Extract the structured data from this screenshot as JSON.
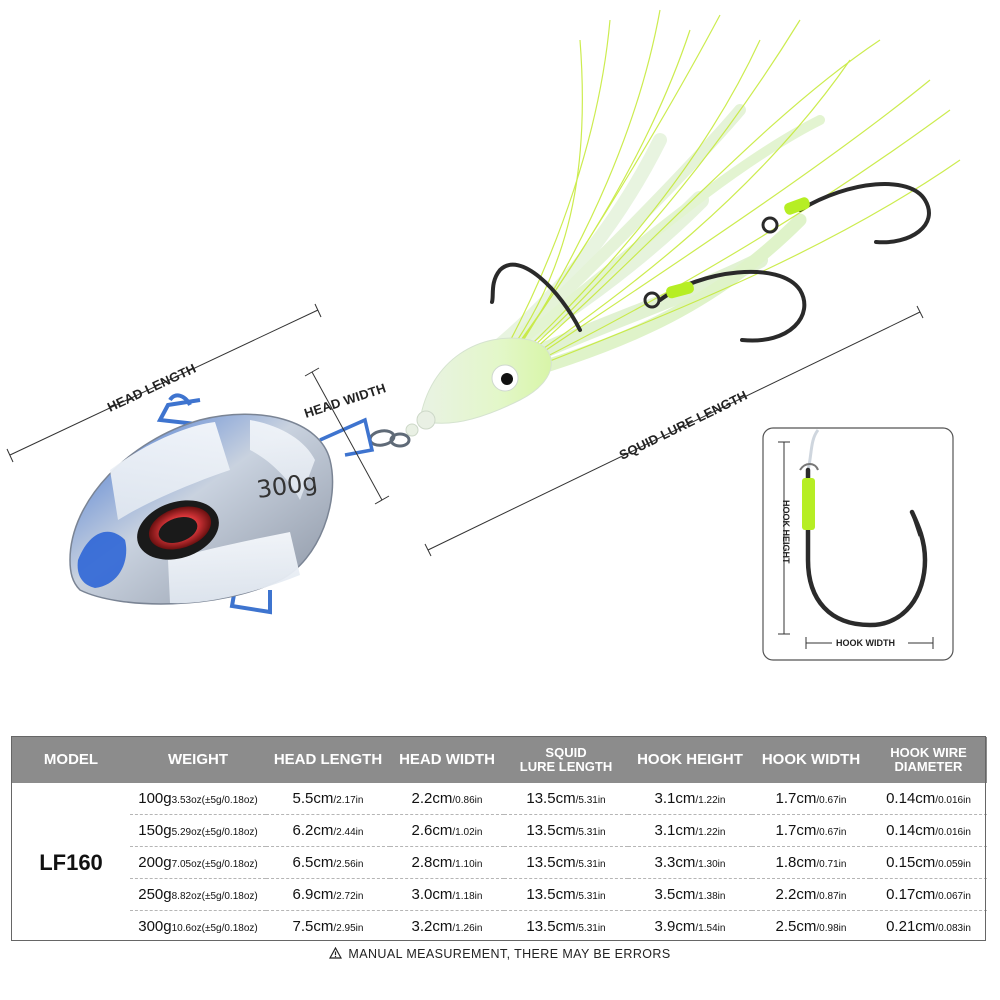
{
  "diagram": {
    "head_length_label": "HEAD LENGTH",
    "head_width_label": "HEAD WIDTH",
    "squid_lure_length_label": "SQUID LURE  LENGTH",
    "weight_stamp": "300g",
    "hook_height_label": "HOOK HEIGHT",
    "hook_width_label": "HOOK WIDTH"
  },
  "colors": {
    "header_bg": "#8c8c8c",
    "squid_green": "#c8ef3a",
    "jig_blue": "#2f5fc4",
    "hook_dark": "#2a2a2a"
  },
  "table": {
    "model": "LF160",
    "headers": {
      "model": "MODEL",
      "weight": "WEIGHT",
      "head_length": "HEAD LENGTH",
      "head_width": "HEAD WIDTH",
      "squid_lure_length": "SQUID LURE LENGTH",
      "hook_height": "HOOK HEIGHT",
      "hook_width": "HOOK WIDTH",
      "hook_wire_diameter": "HOOK WIRE DIAMETER"
    },
    "rows": [
      {
        "weight": "100g",
        "weight_sub": "3.53oz(±5g/0.18oz)",
        "head_length": "5.5cm",
        "head_length_sub": "/2.17in",
        "head_width": "2.2cm",
        "head_width_sub": "/0.86in",
        "squid": "13.5cm",
        "squid_sub": "/5.31in",
        "hook_height": "3.1cm",
        "hook_height_sub": "/1.22in",
        "hook_width": "1.7cm",
        "hook_width_sub": "/0.67in",
        "wire": "0.14cm",
        "wire_sub": "/0.016in"
      },
      {
        "weight": "150g",
        "weight_sub": "5.29oz(±5g/0.18oz)",
        "head_length": "6.2cm",
        "head_length_sub": "/2.44in",
        "head_width": "2.6cm",
        "head_width_sub": "/1.02in",
        "squid": "13.5cm",
        "squid_sub": "/5.31in",
        "hook_height": "3.1cm",
        "hook_height_sub": "/1.22in",
        "hook_width": "1.7cm",
        "hook_width_sub": "/0.67in",
        "wire": "0.14cm",
        "wire_sub": "/0.016in"
      },
      {
        "weight": "200g",
        "weight_sub": "7.05oz(±5g/0.18oz)",
        "head_length": "6.5cm",
        "head_length_sub": "/2.56in",
        "head_width": "2.8cm",
        "head_width_sub": "/1.10in",
        "squid": "13.5cm",
        "squid_sub": "/5.31in",
        "hook_height": "3.3cm",
        "hook_height_sub": "/1.30in",
        "hook_width": "1.8cm",
        "hook_width_sub": "/0.71in",
        "wire": "0.15cm",
        "wire_sub": "/0.059in"
      },
      {
        "weight": "250g",
        "weight_sub": "8.82oz(±5g/0.18oz)",
        "head_length": "6.9cm",
        "head_length_sub": "/2.72in",
        "head_width": "3.0cm",
        "head_width_sub": "/1.18in",
        "squid": "13.5cm",
        "squid_sub": "/5.31in",
        "hook_height": "3.5cm",
        "hook_height_sub": "/1.38in",
        "hook_width": "2.2cm",
        "hook_width_sub": "/0.87in",
        "wire": "0.17cm",
        "wire_sub": "/0.067in"
      },
      {
        "weight": "300g",
        "weight_sub": "10.6oz(±5g/0.18oz)",
        "head_length": "7.5cm",
        "head_length_sub": "/2.95in",
        "head_width": "3.2cm",
        "head_width_sub": "/1.26in",
        "squid": "13.5cm",
        "squid_sub": "/5.31in",
        "hook_height": "3.9cm",
        "hook_height_sub": "/1.54in",
        "hook_width": "2.5cm",
        "hook_width_sub": "/0.98in",
        "wire": "0.21cm",
        "wire_sub": "/0.083in"
      }
    ]
  },
  "note": {
    "icon": "warning-triangle-icon",
    "text": "MANUAL MEASUREMENT, THERE MAY BE ERRORS"
  }
}
